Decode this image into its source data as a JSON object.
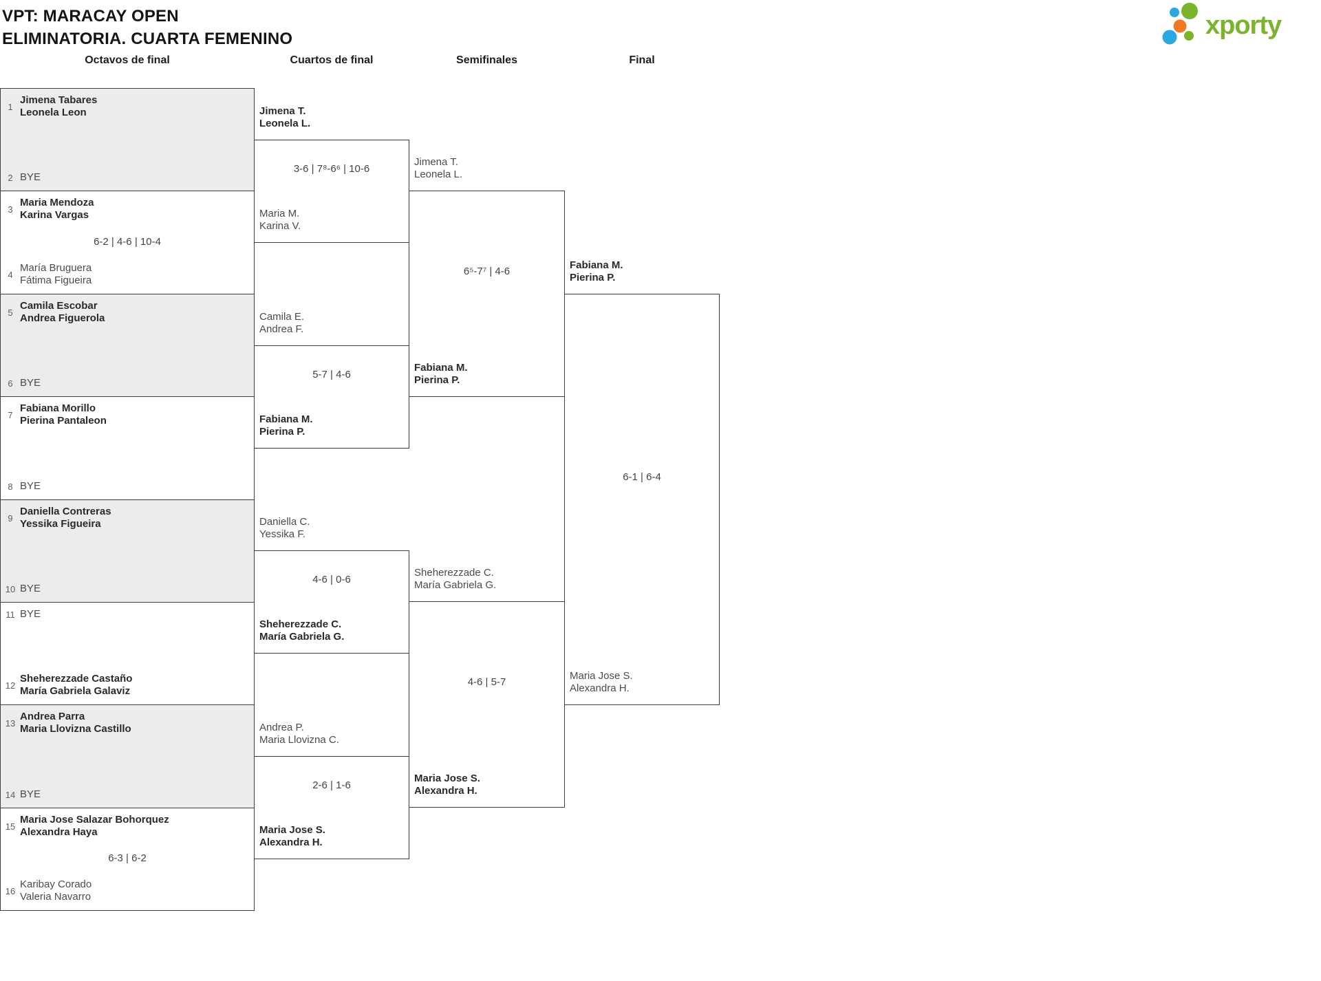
{
  "title": {
    "line1": "VPT: MARACAY OPEN",
    "line2": "ELIMINATORIA. CUARTA FEMENINO"
  },
  "logo": {
    "text": "xporty"
  },
  "round_headers": [
    "Octavos de final",
    "Cuartos de final",
    "Semifinales",
    "Final"
  ],
  "colors": {
    "brand_green": "#7cb32c",
    "brand_blue": "#2aa9e0",
    "brand_orange": "#ee7a23",
    "bye_box_fill": "#ececec",
    "box_border": "#3d3d3d"
  },
  "bracket": {
    "octavos": [
      {
        "seed1": "1",
        "team1": [
          "Jimena Tabares",
          "Leonela Leon"
        ],
        "w1": true,
        "seed2": "2",
        "team2": [
          "BYE"
        ],
        "score": ""
      },
      {
        "seed1": "3",
        "team1": [
          "Maria Mendoza",
          "Karina Vargas"
        ],
        "w1": true,
        "seed2": "4",
        "team2": [
          "María Bruguera",
          "Fátima Figueira"
        ],
        "score": "6-2 | 4-6 | 10-4"
      },
      {
        "seed1": "5",
        "team1": [
          "Camila Escobar",
          "Andrea Figuerola"
        ],
        "w1": true,
        "seed2": "6",
        "team2": [
          "BYE"
        ],
        "score": ""
      },
      {
        "seed1": "7",
        "team1": [
          "Fabiana Morillo",
          "Pierina Pantaleon"
        ],
        "w1": true,
        "seed2": "8",
        "team2": [
          "BYE"
        ],
        "score": ""
      },
      {
        "seed1": "9",
        "team1": [
          "Daniella Contreras",
          "Yessika Figueira"
        ],
        "w1": true,
        "seed2": "10",
        "team2": [
          "BYE"
        ],
        "score": ""
      },
      {
        "seed1": "11",
        "team1": [
          "BYE"
        ],
        "seed2": "12",
        "team2": [
          "Sheherezzade Castaño",
          "María Gabriela Galaviz"
        ],
        "w2": true,
        "score": ""
      },
      {
        "seed1": "13",
        "team1": [
          "Andrea Parra",
          "Maria Llovizna Castillo"
        ],
        "w1": true,
        "seed2": "14",
        "team2": [
          "BYE"
        ],
        "score": ""
      },
      {
        "seed1": "15",
        "team1": [
          "Maria Jose Salazar Bohorquez",
          "Alexandra Haya"
        ],
        "w1": true,
        "seed2": "16",
        "team2": [
          "Karibay Corado",
          "Valeria Navarro"
        ],
        "score": "6-3 | 6-2"
      }
    ],
    "cuartos": [
      {
        "team1": [
          "Jimena T.",
          "Leonela L."
        ],
        "w1": true,
        "team2": [
          "Maria M.",
          "Karina V."
        ],
        "score": "3-6 | 7⁸-6⁶ | 10-6"
      },
      {
        "team1": [
          "Camila E.",
          "Andrea F."
        ],
        "team2": [
          "Fabiana M.",
          "Pierina P."
        ],
        "w2": true,
        "score": "5-7 | 4-6"
      },
      {
        "team1": [
          "Daniella C.",
          "Yessika F."
        ],
        "team2": [
          "Sheherezzade C.",
          "María Gabriela G."
        ],
        "w2": true,
        "score": "4-6 | 0-6"
      },
      {
        "team1": [
          "Andrea P.",
          "Maria Llovizna C."
        ],
        "team2": [
          "Maria Jose S.",
          "Alexandra H."
        ],
        "w2": true,
        "score": "2-6 | 1-6"
      }
    ],
    "semifinales": [
      {
        "team1": [
          "Jimena T.",
          "Leonela L."
        ],
        "team2": [
          "Fabiana M.",
          "Pierina P."
        ],
        "w2": true,
        "score": "6⁵-7⁷ | 4-6"
      },
      {
        "team1": [
          "Sheherezzade C.",
          "María Gabriela G."
        ],
        "team2": [
          "Maria Jose S.",
          "Alexandra H."
        ],
        "w2": true,
        "score": "4-6 | 5-7"
      }
    ],
    "final": [
      {
        "team1": [
          "Fabiana M.",
          "Pierina P."
        ],
        "w1": true,
        "team2": [
          "Maria Jose S.",
          "Alexandra H."
        ],
        "score": "6-1 | 6-4"
      }
    ]
  }
}
